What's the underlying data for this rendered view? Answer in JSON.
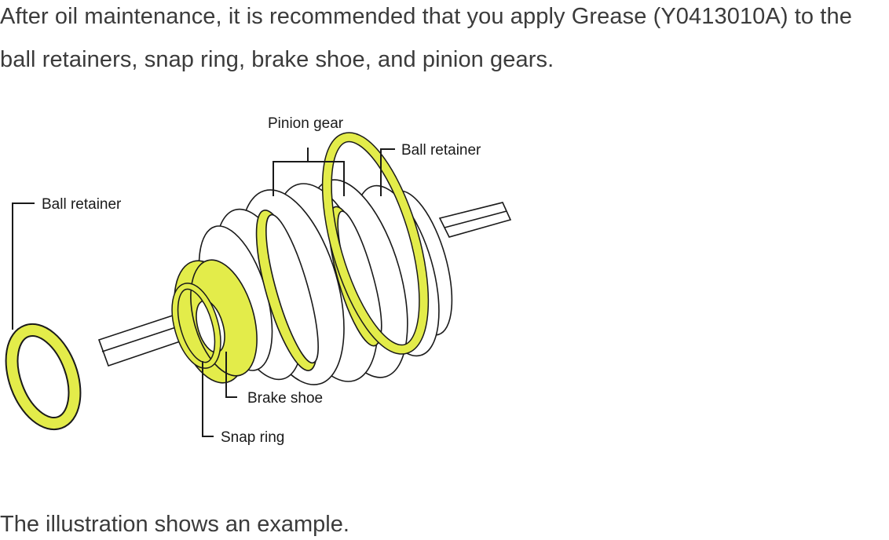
{
  "intro_text": "After oil maintenance, it is recommended that you apply Grease (Y0413010A) to the ball retainers, snap ring, brake shoe, and pinion gears.",
  "diagram": {
    "labels": {
      "pinion_gear": "Pinion gear",
      "ball_retainer_right": "Ball retainer",
      "ball_retainer_left": "Ball retainer",
      "brake_shoe": "Brake shoe",
      "snap_ring": "Snap ring"
    },
    "colors": {
      "grease_highlight": "#e3ec4a",
      "outline": "#1a1a1a",
      "metal": "#ffffff"
    }
  },
  "note_text": "The illustration shows an example."
}
